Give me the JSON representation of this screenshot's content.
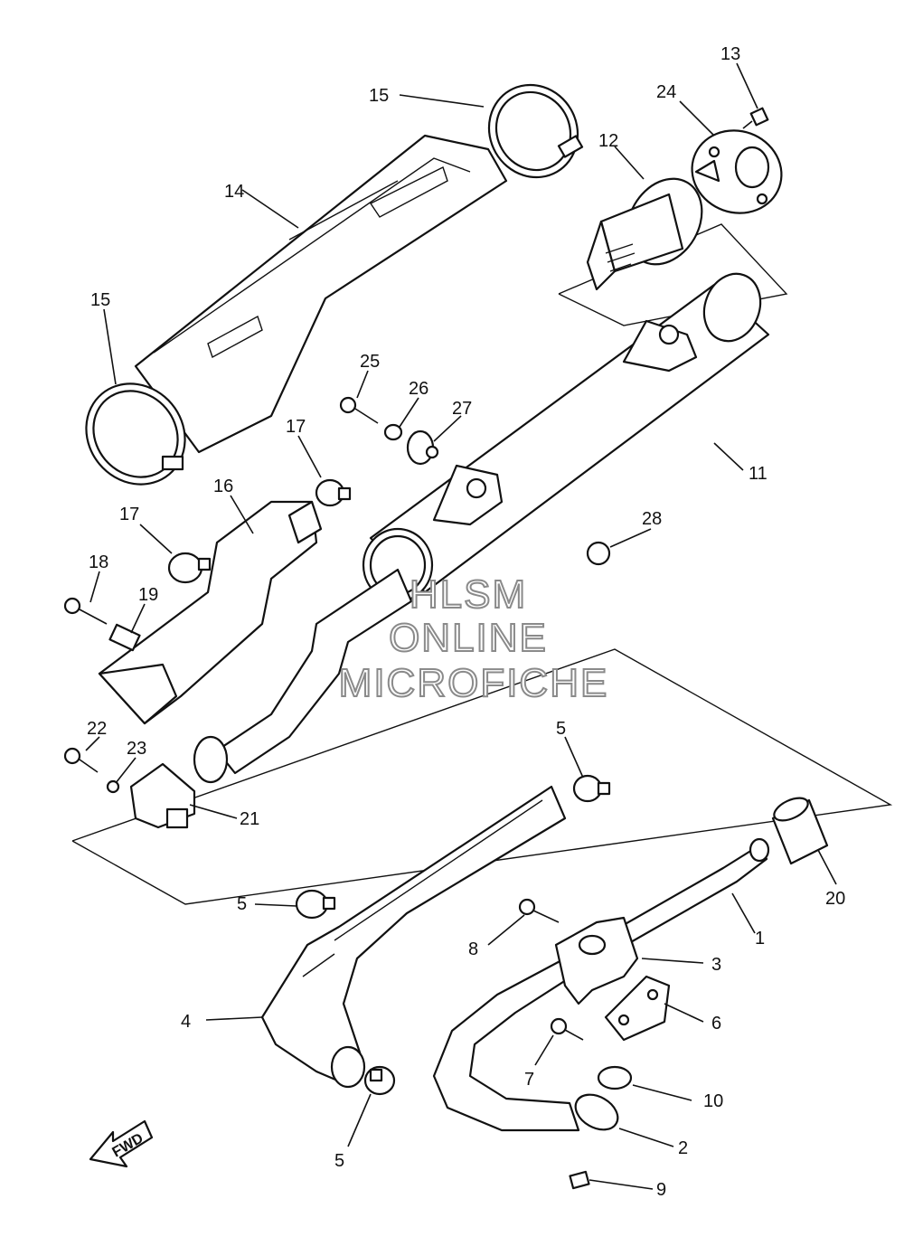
{
  "diagram": {
    "callouts": [
      "1",
      "2",
      "3",
      "4",
      "5",
      "5",
      "5",
      "6",
      "7",
      "8",
      "9",
      "10",
      "11",
      "12",
      "13",
      "14",
      "15",
      "15",
      "16",
      "17",
      "17",
      "18",
      "19",
      "20",
      "21",
      "22",
      "23",
      "24",
      "25",
      "26",
      "27",
      "28"
    ],
    "watermark": [
      "HLSM",
      "ONLINE",
      "MICROFICHE"
    ],
    "direction_label": "FWD"
  }
}
